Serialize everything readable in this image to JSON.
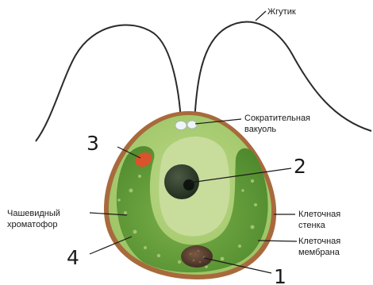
{
  "labels": {
    "flagellum": "Жгутик",
    "contractile_vacuole_line1": "Сократительная",
    "contractile_vacuole_line2": "вакуоль",
    "cup_chromatophore_line1": "Чашевидный",
    "cup_chromatophore_line2": "хроматофор",
    "cell_wall_line1": "Клеточная",
    "cell_wall_line2": "стенка",
    "cell_membrane_line1": "Клеточная",
    "cell_membrane_line2": "мембрана"
  },
  "numbers": {
    "eyespot": "3",
    "nucleus": "2",
    "chromatophore": "4",
    "pyrenoid": "1"
  },
  "colors": {
    "cell_wall": "#a86a3c",
    "chromatophore": "#5f9b3a",
    "cytoplasm": "#c8dc9c",
    "eyespot": "#d9542a",
    "nucleus": "#2d3a2a",
    "pyrenoid": "#5b4030"
  }
}
